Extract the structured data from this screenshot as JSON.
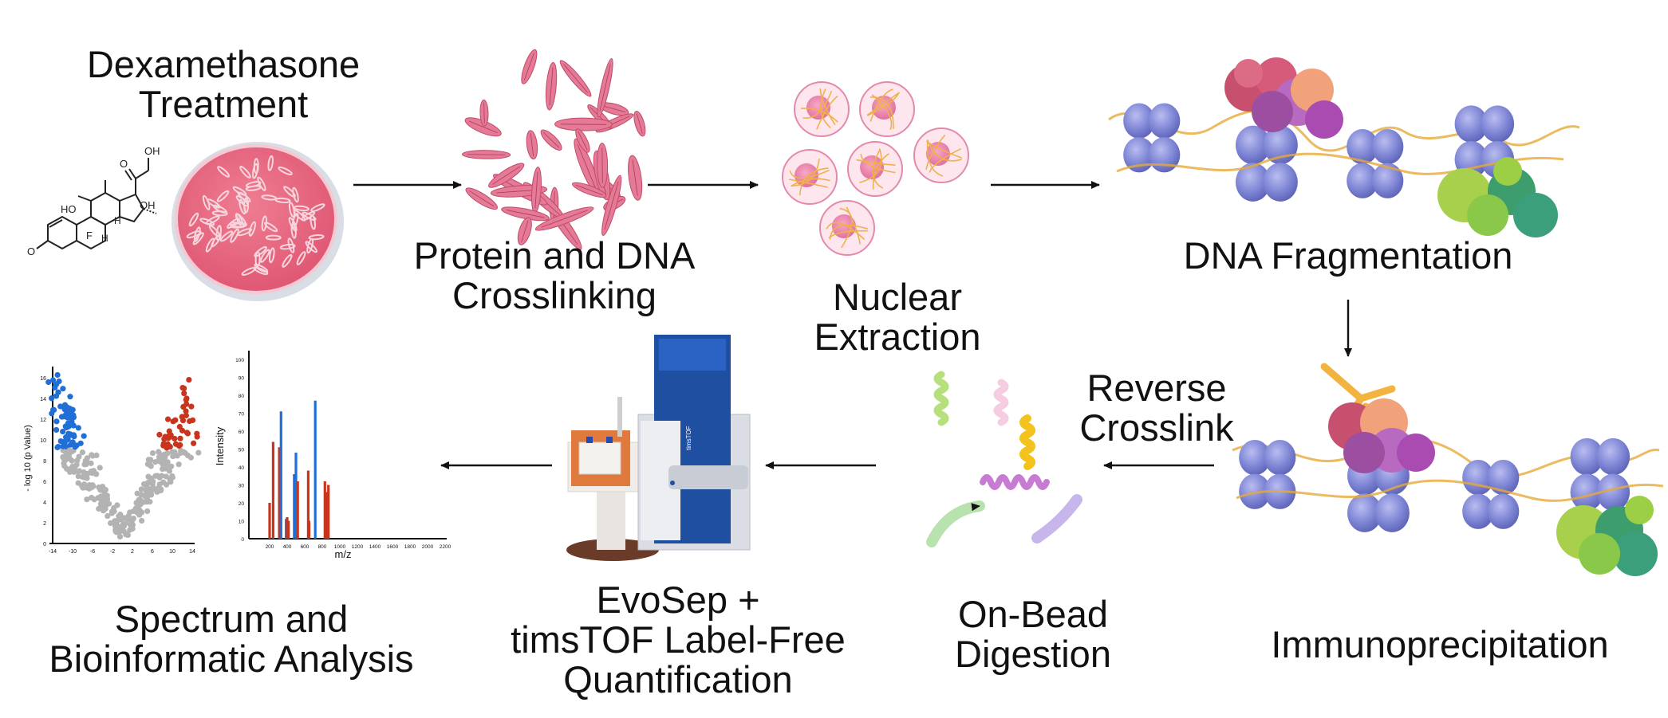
{
  "steps": {
    "dex": {
      "line1": "Dexamethasone",
      "line2": "Treatment"
    },
    "crosslink": {
      "line1": "Protein and DNA",
      "line2": "Crosslinking"
    },
    "nuclear": {
      "line1": "Nuclear",
      "line2": "Extraction"
    },
    "fragment": {
      "line1": "DNA Fragmentation"
    },
    "ip": {
      "line1": "Immunoprecipitation"
    },
    "reverse": {
      "line1": "Reverse",
      "line2": "Crosslink"
    },
    "digest": {
      "line1": "On-Bead",
      "line2": "Digestion"
    },
    "ms": {
      "line1": "EvoSep +",
      "line2": "timsTOF Label-Free",
      "line3": "Quantification"
    },
    "analysis": {
      "line1": "Spectrum and",
      "line2": "Bioinformatic Analysis"
    }
  },
  "molecule": {
    "oh1": "OH",
    "oh2": "OH",
    "ho": "HO",
    "h1": "H",
    "h2": "H",
    "f": "F",
    "o1": "O",
    "o2": "O"
  },
  "instrument": {
    "label": "timsTOF"
  },
  "volcano": {
    "ylabel": "- log 10 (p Value)",
    "x_ticks": [
      "-14",
      "-10",
      "-6",
      "-2",
      "2",
      "6",
      "10",
      "14"
    ],
    "y_ticks": [
      "0",
      "2",
      "4",
      "6",
      "8",
      "10",
      "12",
      "14",
      "16"
    ]
  },
  "spectrum": {
    "ylabel": "Intensity",
    "xlabel": "m/z",
    "x_ticks": [
      "200",
      "400",
      "600",
      "800",
      "1000",
      "1200",
      "1400",
      "1600",
      "1800",
      "2000",
      "2200"
    ],
    "y_ticks": [
      "0",
      "10",
      "20",
      "30",
      "40",
      "50",
      "60",
      "70",
      "80",
      "90",
      "100"
    ]
  },
  "colors": {
    "up": "#c8341c",
    "down": "#1f6fd6",
    "ns": "#b3b3b3",
    "bar_red": "#c8341c",
    "bar_blue": "#1f6fd6",
    "histone": "#7f86d6",
    "dna": "#e6a93a",
    "dish": "#e8647d"
  }
}
